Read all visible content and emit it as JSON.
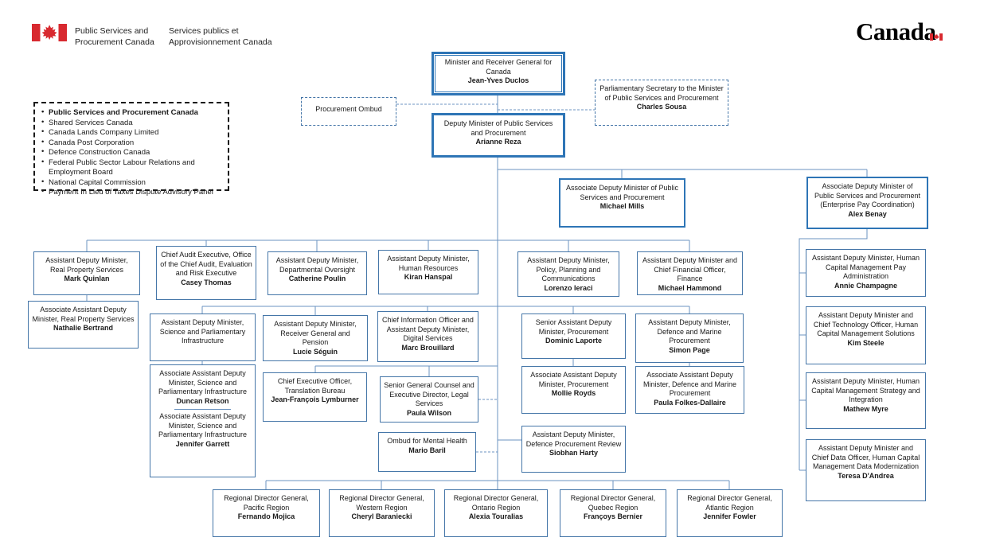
{
  "colors": {
    "flag_red": "#d8292f",
    "box_border": "#4576a8",
    "thick_border": "#2e75b6",
    "connector": "#6b93c0",
    "text": "#1a1a1a"
  },
  "header": {
    "brand_en_line1": "Public Services and",
    "brand_en_line2": "Procurement Canada",
    "brand_fr_line1": "Services publics et",
    "brand_fr_line2": "Approvisionnement Canada",
    "wordmark": "Canada"
  },
  "portfolio": {
    "items": [
      {
        "text": "Public Services and Procurement Canada",
        "bold": true
      },
      {
        "text": "Shared Services Canada",
        "bold": false
      },
      {
        "text": "Canada Lands Company Limited",
        "bold": false
      },
      {
        "text": "Canada Post Corporation",
        "bold": false
      },
      {
        "text": "Defence Construction Canada",
        "bold": false
      },
      {
        "text": "Federal Public Sector Labour Relations and Employment Board",
        "bold": false
      },
      {
        "text": "National Capital Commission",
        "bold": false
      },
      {
        "text": "Payment In Lieu of Taxes Dispute Advisory Panel",
        "bold": false
      }
    ]
  },
  "org": {
    "boxes": [
      {
        "id": "minister",
        "title": "Minister and Receiver General for Canada",
        "name": "Jean-Yves Duclos"
      },
      {
        "id": "ombud",
        "title": "Procurement Ombud",
        "name": ""
      },
      {
        "id": "parl_sec",
        "title": "Parliamentary Secretary to the Minister of Public Services and Procurement",
        "name": "Charles Sousa"
      },
      {
        "id": "deputy",
        "title": "Deputy Minister of Public Services and Procurement",
        "name": "Arianne Reza"
      },
      {
        "id": "mills",
        "title": "Associate Deputy Minister of Public Services and Procurement",
        "name": "Michael Mills"
      },
      {
        "id": "benay",
        "title": "Associate Deputy Minister of Public Services and Procurement (Enterprise Pay Coordination)",
        "name": "Alex Benay"
      },
      {
        "id": "quinlan",
        "title": "Assistant Deputy Minister, Real Property Services",
        "name": "Mark Quinlan"
      },
      {
        "id": "thomas",
        "title": "Chief Audit Executive, Office of the Chief Audit, Evaluation and Risk Executive",
        "name": "Casey Thomas"
      },
      {
        "id": "poulin",
        "title": "Assistant Deputy Minister, Departmental Oversight",
        "name": "Catherine Poulin"
      },
      {
        "id": "hanspal",
        "title": "Assistant Deputy Minister, Human Resources",
        "name": "Kiran Hanspal"
      },
      {
        "id": "ieraci",
        "title": "Assistant Deputy Minister, Policy, Planning and Communications",
        "name": "Lorenzo Ieraci"
      },
      {
        "id": "hammond",
        "title": "Assistant Deputy Minister and Chief Financial Officer, Finance",
        "name": "Michael Hammond"
      },
      {
        "id": "champagne",
        "title": "Assistant Deputy Minister, Human Capital Management Pay Administration",
        "name": "Annie Champagne"
      },
      {
        "id": "bertrand",
        "title": "Associate Assistant Deputy Minister, Real Property Services",
        "name": "Nathalie Bertrand"
      },
      {
        "id": "sci_adm",
        "title": "Assistant Deputy Minister, Science and Parliamentary Infrastructure",
        "name": ""
      },
      {
        "id": "seguin",
        "title": "Assistant Deputy Minister, Receiver General and Pension",
        "name": "Lucie Séguin"
      },
      {
        "id": "brouillard",
        "title": "Chief Information Officer and Assistant Deputy Minister, Digital Services",
        "name": "Marc Brouillard"
      },
      {
        "id": "laporte",
        "title": "Senior Assistant Deputy Minister, Procurement",
        "name": "Dominic Laporte"
      },
      {
        "id": "page",
        "title": "Assistant Deputy Minister, Defence and Marine Procurement",
        "name": "Simon Page"
      },
      {
        "id": "steele",
        "title": "Assistant Deputy Minister and Chief Technology Officer, Human Capital Management Solutions",
        "name": "Kim Steele"
      },
      {
        "id": "sci_assoc",
        "entries": [
          {
            "title": "Associate Assistant Deputy Minister, Science and Parliamentary Infrastructure",
            "name": "Duncan Retson"
          },
          {
            "title": "Associate Assistant Deputy Minister, Science and Parliamentary Infrastructure",
            "name": "Jennifer Garrett"
          }
        ]
      },
      {
        "id": "lymburner",
        "title": "Chief Executive Officer, Translation Bureau",
        "name": "Jean-François Lymburner"
      },
      {
        "id": "wilson",
        "title": "Senior General Counsel and Executive Director, Legal Services",
        "name": "Paula Wilson"
      },
      {
        "id": "royds",
        "title": "Associate Assistant Deputy Minister, Procurement",
        "name": "Mollie Royds"
      },
      {
        "id": "folkes",
        "title": "Associate Assistant Deputy Minister, Defence and Marine Procurement",
        "name": "Paula Folkes-Dallaire"
      },
      {
        "id": "myre",
        "title": "Assistant Deputy Minister, Human Capital Management Strategy and Integration",
        "name": "Mathew Myre"
      },
      {
        "id": "baril",
        "title": "Ombud for Mental Health",
        "name": "Mario Baril"
      },
      {
        "id": "harty",
        "title": "Assistant Deputy Minister, Defence Procurement Review",
        "name": "Siobhan Harty"
      },
      {
        "id": "dandrea",
        "title": "Assistant Deputy Minister and Chief Data Officer, Human Capital Management Data Modernization",
        "name": "Teresa D'Andrea"
      },
      {
        "id": "mojica",
        "title": "Regional Director General, Pacific Region",
        "name": "Fernando Mojica"
      },
      {
        "id": "baraniecki",
        "title": "Regional Director General, Western Region",
        "name": "Cheryl Baraniecki"
      },
      {
        "id": "touralias",
        "title": "Regional Director General, Ontario Region",
        "name": "Alexia Touralias"
      },
      {
        "id": "bernier",
        "title": "Regional Director General, Quebec Region",
        "name": "Françoys Bernier"
      },
      {
        "id": "fowler",
        "title": "Regional Director General, Atlantic Region",
        "name": "Jennifer Fowler"
      }
    ]
  }
}
